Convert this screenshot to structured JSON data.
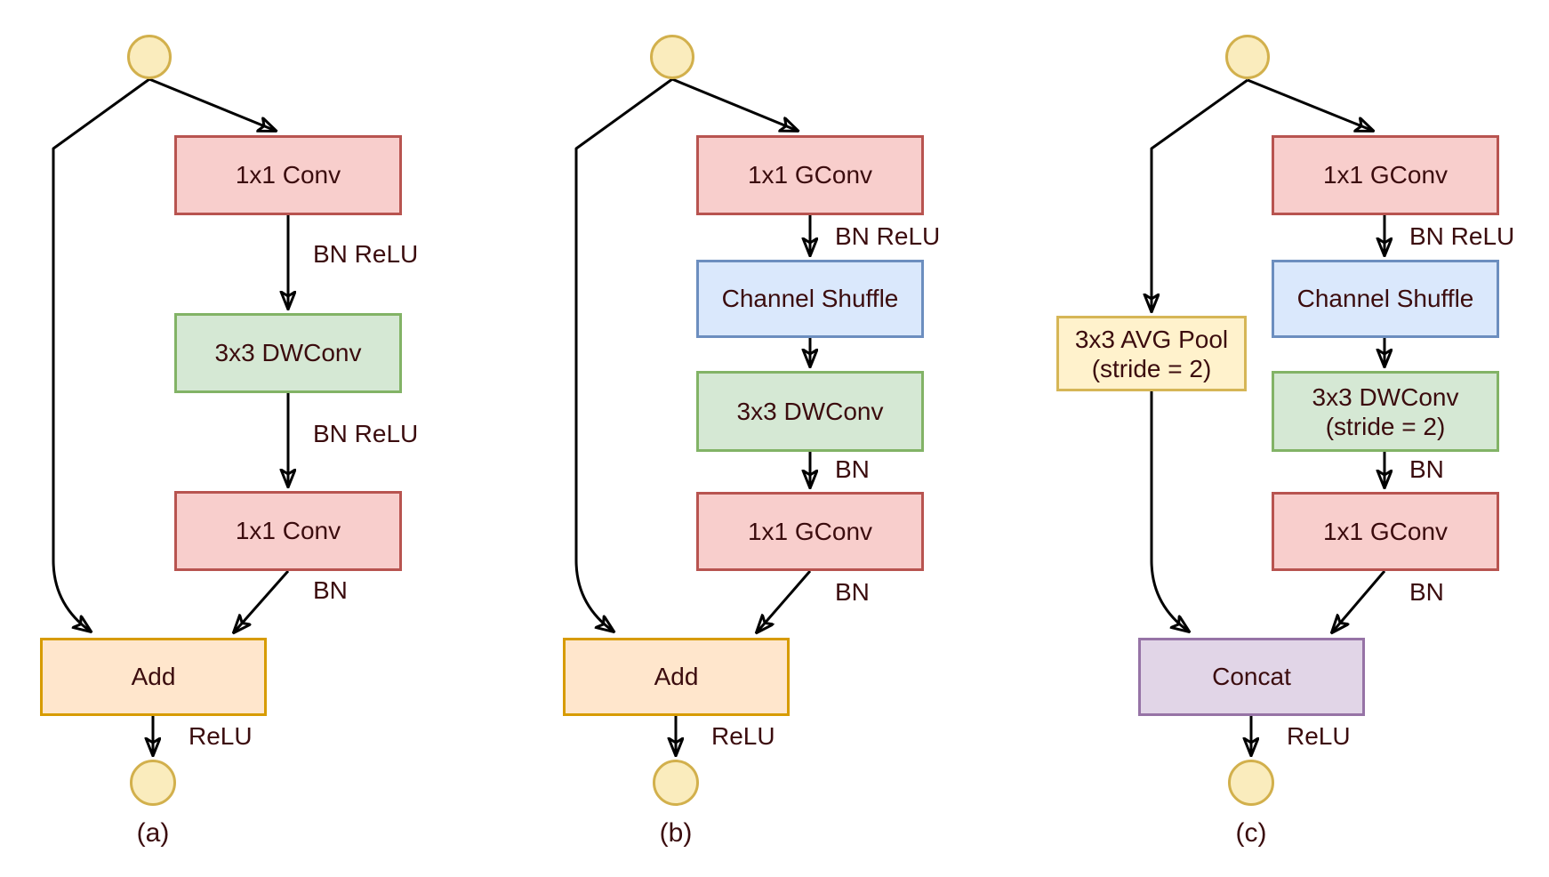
{
  "text_color": "#3B0C0E",
  "arrow_color": "#000000",
  "palette": {
    "red": {
      "fill": "#F8CECC",
      "stroke": "#B85450"
    },
    "green": {
      "fill": "#D5E8D4",
      "stroke": "#82B366"
    },
    "blue": {
      "fill": "#DAE8FC",
      "stroke": "#6C8EBF"
    },
    "orange": {
      "fill": "#FFE6CC",
      "stroke": "#D79B00"
    },
    "yellow": {
      "fill": "#FFF2CC",
      "stroke": "#D6B656"
    },
    "purple": {
      "fill": "#E1D5E7",
      "stroke": "#9673A6"
    },
    "node": {
      "fill": "#FAECBD",
      "stroke": "#D2B04C"
    }
  },
  "columns": [
    {
      "caption": "(a)",
      "boxes": {
        "box1": {
          "label": "1x1 Conv"
        },
        "box2": {
          "label": "3x3 DWConv"
        },
        "box3": {
          "label": "1x1 Conv"
        },
        "merge": {
          "label": "Add"
        }
      },
      "edges": {
        "after_box1": "BN ReLU",
        "after_box2": "BN ReLU",
        "after_box3": "BN",
        "after_merge": "ReLU"
      }
    },
    {
      "caption": "(b)",
      "boxes": {
        "box1": {
          "label": "1x1 GConv"
        },
        "shuffle": {
          "label": "Channel Shuffle"
        },
        "box2": {
          "label": "3x3 DWConv"
        },
        "box3": {
          "label": "1x1 GConv"
        },
        "merge": {
          "label": "Add"
        }
      },
      "edges": {
        "after_box1": "BN ReLU",
        "after_box2": "BN",
        "after_box3": "BN",
        "after_merge": "ReLU"
      }
    },
    {
      "caption": "(c)",
      "boxes": {
        "box1": {
          "label": "1x1 GConv"
        },
        "shuffle": {
          "label": "Channel Shuffle"
        },
        "box2": {
          "label": "3x3 DWConv",
          "sublabel": "(stride = 2)"
        },
        "box3": {
          "label": "1x1 GConv"
        },
        "pool": {
          "label": "3x3 AVG Pool",
          "sublabel": "(stride = 2)"
        },
        "merge": {
          "label": "Concat"
        }
      },
      "edges": {
        "after_box1": "BN ReLU",
        "after_box2": "BN",
        "after_box3": "BN",
        "after_merge": "ReLU"
      }
    }
  ]
}
